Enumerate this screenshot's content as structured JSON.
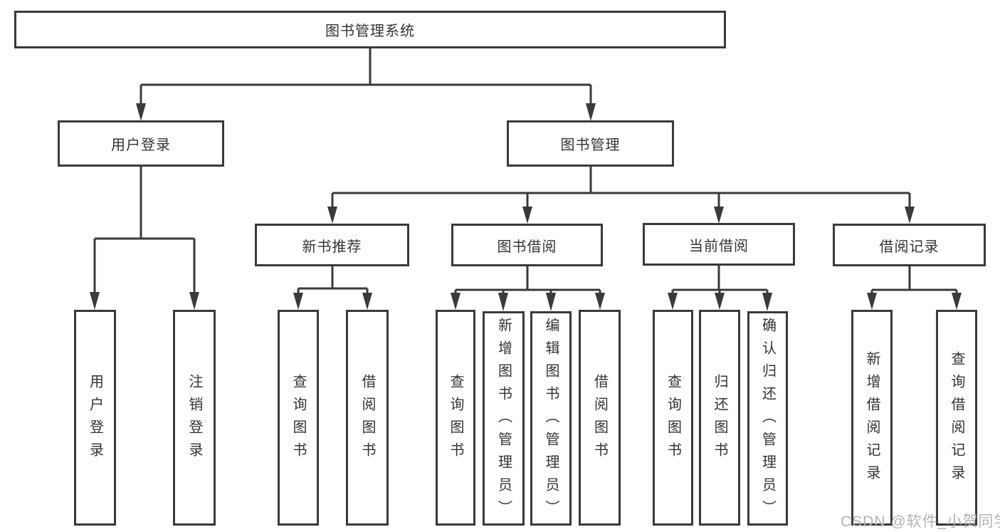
{
  "diagram": {
    "root": "图书管理系统",
    "user_login": {
      "label": "用户登录",
      "children": [
        "用户登录",
        "注销登录"
      ]
    },
    "book_management": {
      "label": "图书管理",
      "sections": [
        {
          "label": "新书推荐",
          "children": [
            "查询图书",
            "借阅图书"
          ]
        },
        {
          "label": "图书借阅",
          "children": [
            "查询图书",
            "新增图书（管理员）",
            "编辑图书（管理员）",
            "借阅图书"
          ]
        },
        {
          "label": "当前借阅",
          "children": [
            "查询图书",
            "归还图书",
            "确认归还（管理员）"
          ]
        },
        {
          "label": "借阅记录",
          "children": [
            "新增借阅记录",
            "查询借阅记录"
          ]
        }
      ]
    }
  },
  "watermark": "CSDN @软件_小贺同学",
  "colors": {
    "line": "#3a3a3a",
    "text": "#333333",
    "watermark": "#b3b3b3",
    "background": "#ffffff"
  }
}
